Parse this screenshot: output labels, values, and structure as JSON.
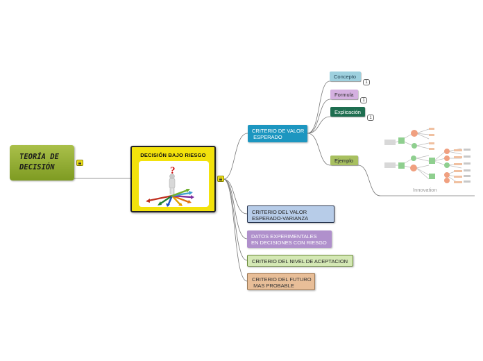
{
  "root": {
    "line1": "TEORÍA DE",
    "line2": "DECISIÓN",
    "color": "#8aa62c"
  },
  "central": {
    "title": "DECISIÓN BAJO RIESGO",
    "color": "#f3e20c",
    "image_question_mark": "?"
  },
  "main_topics": [
    {
      "line1": "CRITERIO DE VALOR",
      "line2": " ESPERADO",
      "color": "#1c96c0"
    },
    {
      "line1": "CRITERIO DEL VALOR",
      "line2": "ESPERADO-VARIANZA",
      "color": "#b7cce8"
    },
    {
      "line1": "DATOS EXPERIMENTALES",
      "line2": "EN DECISIONES CON RIESGO",
      "color": "#b090cc"
    },
    {
      "line1": "CRITERIO DEL NIVEL DE ACEPTACION",
      "color": "#d4e8b4"
    },
    {
      "line1": "CRITERIO DEL FUTURO",
      "line2": " MAS PROBABLE",
      "color": "#e8be98"
    }
  ],
  "subtopics": [
    {
      "label": "Concepto",
      "count": "1",
      "color": "#9ed0de"
    },
    {
      "label": "Formula",
      "count": "1",
      "color": "#d4b0e0"
    },
    {
      "label": "Explicación",
      "count": "1",
      "color": "#1e6e50"
    },
    {
      "label": "Ejemplo",
      "color": "#a8c060"
    }
  ],
  "embedded_image": {
    "caption": "Innovation"
  },
  "icons": {
    "notes": "notes-icon"
  }
}
